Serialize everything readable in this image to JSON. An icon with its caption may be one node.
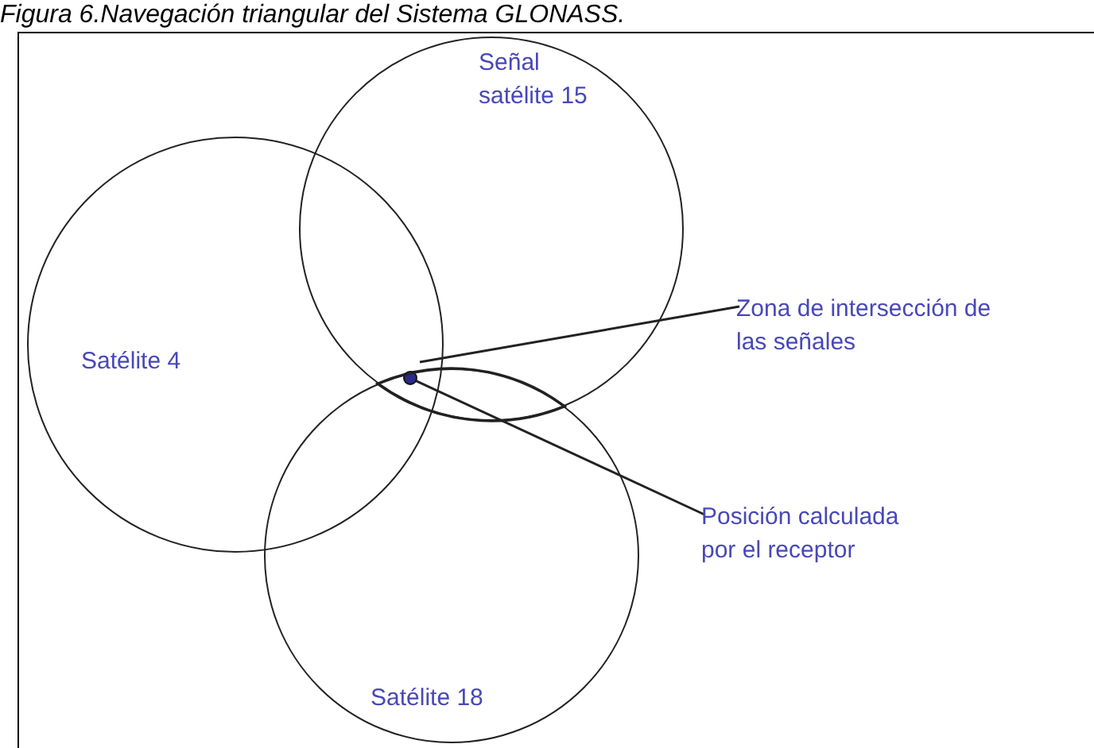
{
  "diagram": {
    "title": "Figura 6.Navegación triangular del Sistema GLONASS.",
    "nodes": [
      {
        "text": [
          "Señal satélite 15"
        ]
      },
      {
        "text": [
          "Satélite 4"
        ]
      },
      {
        "text": [
          "Satélite 18"
        ]
      },
      {
        "text": [
          "Zona de intersección de las señales"
        ]
      },
      {
        "text": [],
        "shape": "lens"
      },
      {
        "text": [
          "Posición calculada por el receptor"
        ]
      },
      {
        "text": [],
        "shape": "circle"
      }
    ],
    "edges": [
      {
        "from": 3,
        "to": 4,
        "arrow": "none"
      },
      {
        "from": 5,
        "to": 6,
        "arrow": "none"
      }
    ]
  }
}
